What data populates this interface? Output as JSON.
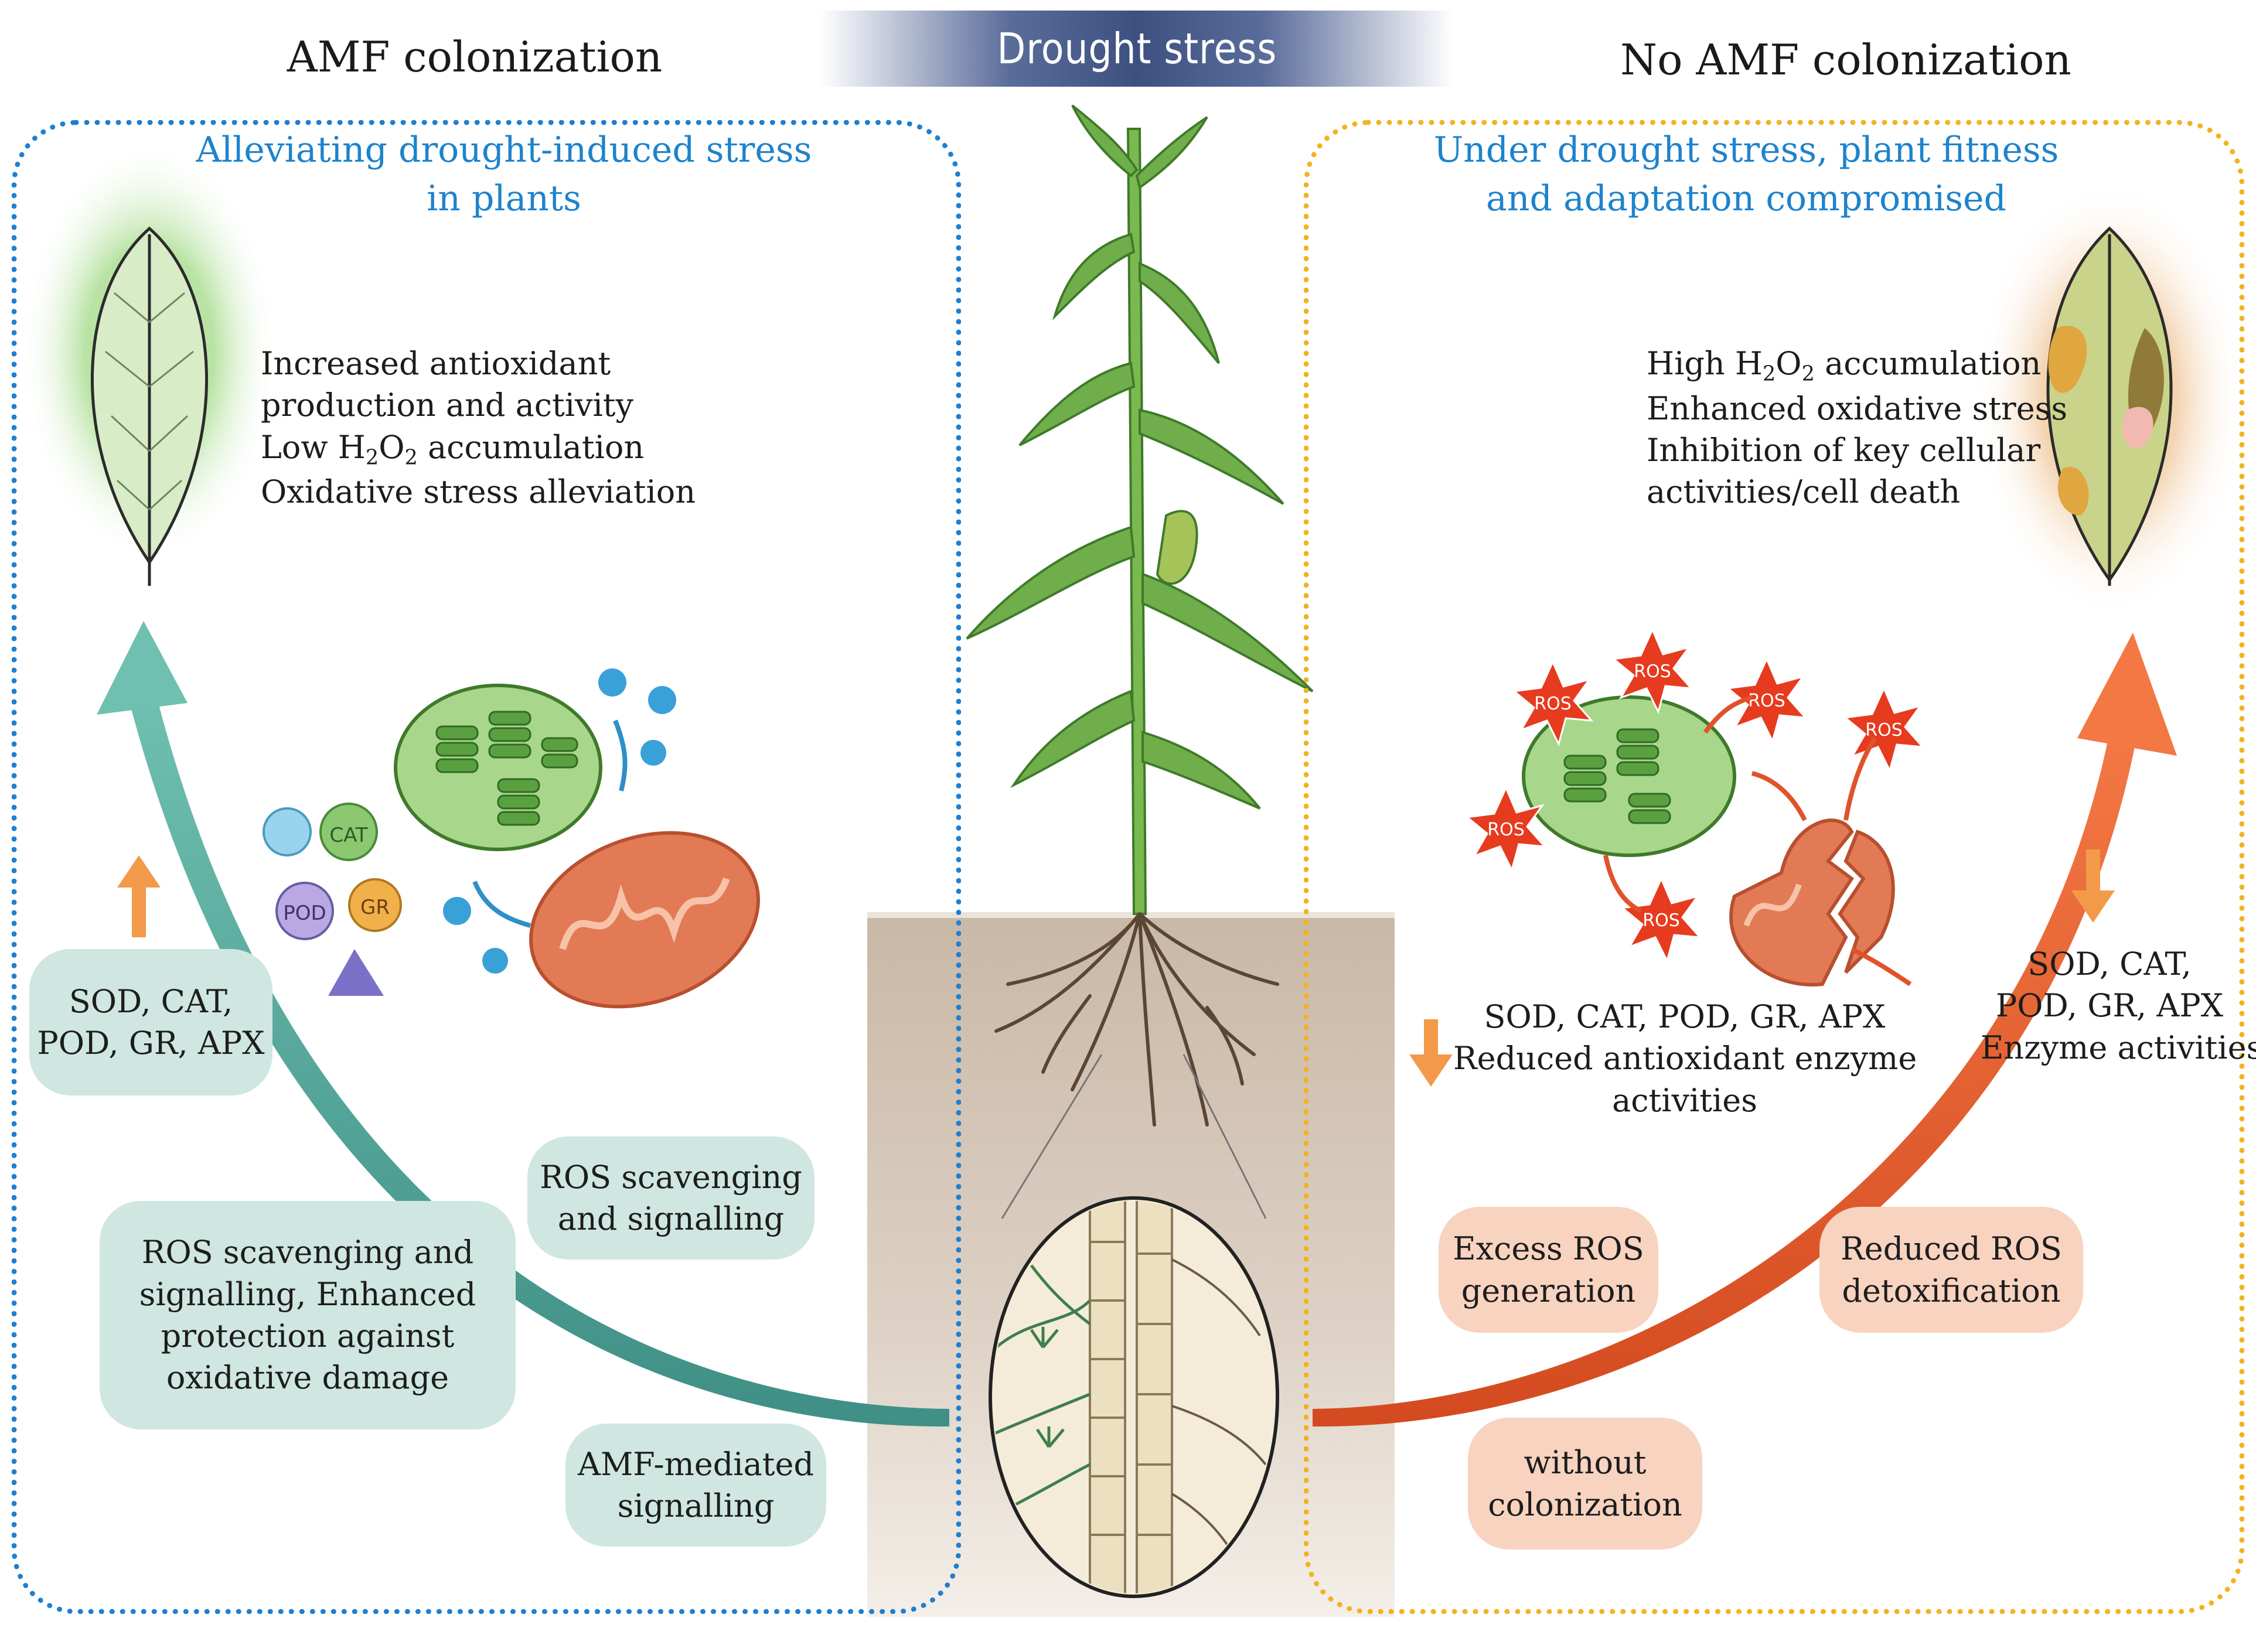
{
  "header": {
    "left_title": "AMF colonization",
    "center_banner": "Drought stress",
    "right_title": "No AMF colonization"
  },
  "left_panel": {
    "subtitle_line1": "Alleviating  drought-induced stress",
    "subtitle_line2": "in plants",
    "effects": {
      "line1": "Increased antioxidant",
      "line2": "production and activity",
      "line3_prefix": "Low H",
      "line3_sub1": "2",
      "line3_mid": "O",
      "line3_sub2": "2",
      "line3_suffix": " accumulation",
      "line4": "Oxidative stress alleviation"
    },
    "enzyme_box_line1": "SOD, CAT,",
    "enzyme_box_line2": "POD, GR, APX",
    "enzyme_labels": {
      "cat": "CAT",
      "pod": "POD",
      "gr": "GR"
    },
    "ros_box_line1": "ROS scavenging",
    "ros_box_line2": "and signalling",
    "protection_box_line1": "ROS scavenging and",
    "protection_box_line2": "signalling, Enhanced",
    "protection_box_line3": "protection against",
    "protection_box_line4": "oxidative damage",
    "amf_box_line1": "AMF-mediated",
    "amf_box_line2": "signalling"
  },
  "right_panel": {
    "subtitle_line1": "Under drought stress, plant fitness",
    "subtitle_line2": "and adaptation compromised",
    "effects": {
      "line1_prefix": "High H",
      "line1_sub1": "2",
      "line1_mid": "O",
      "line1_sub2": "2",
      "line1_suffix": " accumulation",
      "line2": "Enhanced oxidative stress",
      "line3": "Inhibition of key cellular",
      "line4": "activities/cell death"
    },
    "ros_label": "ROS",
    "enzyme_text_line1": "SOD, CAT, POD, GR, APX",
    "enzyme_text_line2": "Reduced antioxidant enzyme",
    "enzyme_text_line3": "activities",
    "enzyme_right_line1": "SOD, CAT,",
    "enzyme_right_line2": "POD, GR, APX",
    "enzyme_right_line3": "Enzyme activities",
    "excess_box_line1": "Excess ROS",
    "excess_box_line2": "generation",
    "detox_box_line1": "Reduced ROS",
    "detox_box_line2": "detoxification",
    "without_box_line1": "without",
    "without_box_line2": "colonization"
  },
  "colors": {
    "left_border": "#1f7fd1",
    "right_border": "#f3b21f",
    "teal_arrow": "#4fa79a",
    "orange_arrow": "#e8582a",
    "subtitle_blue": "#1e83cc"
  }
}
